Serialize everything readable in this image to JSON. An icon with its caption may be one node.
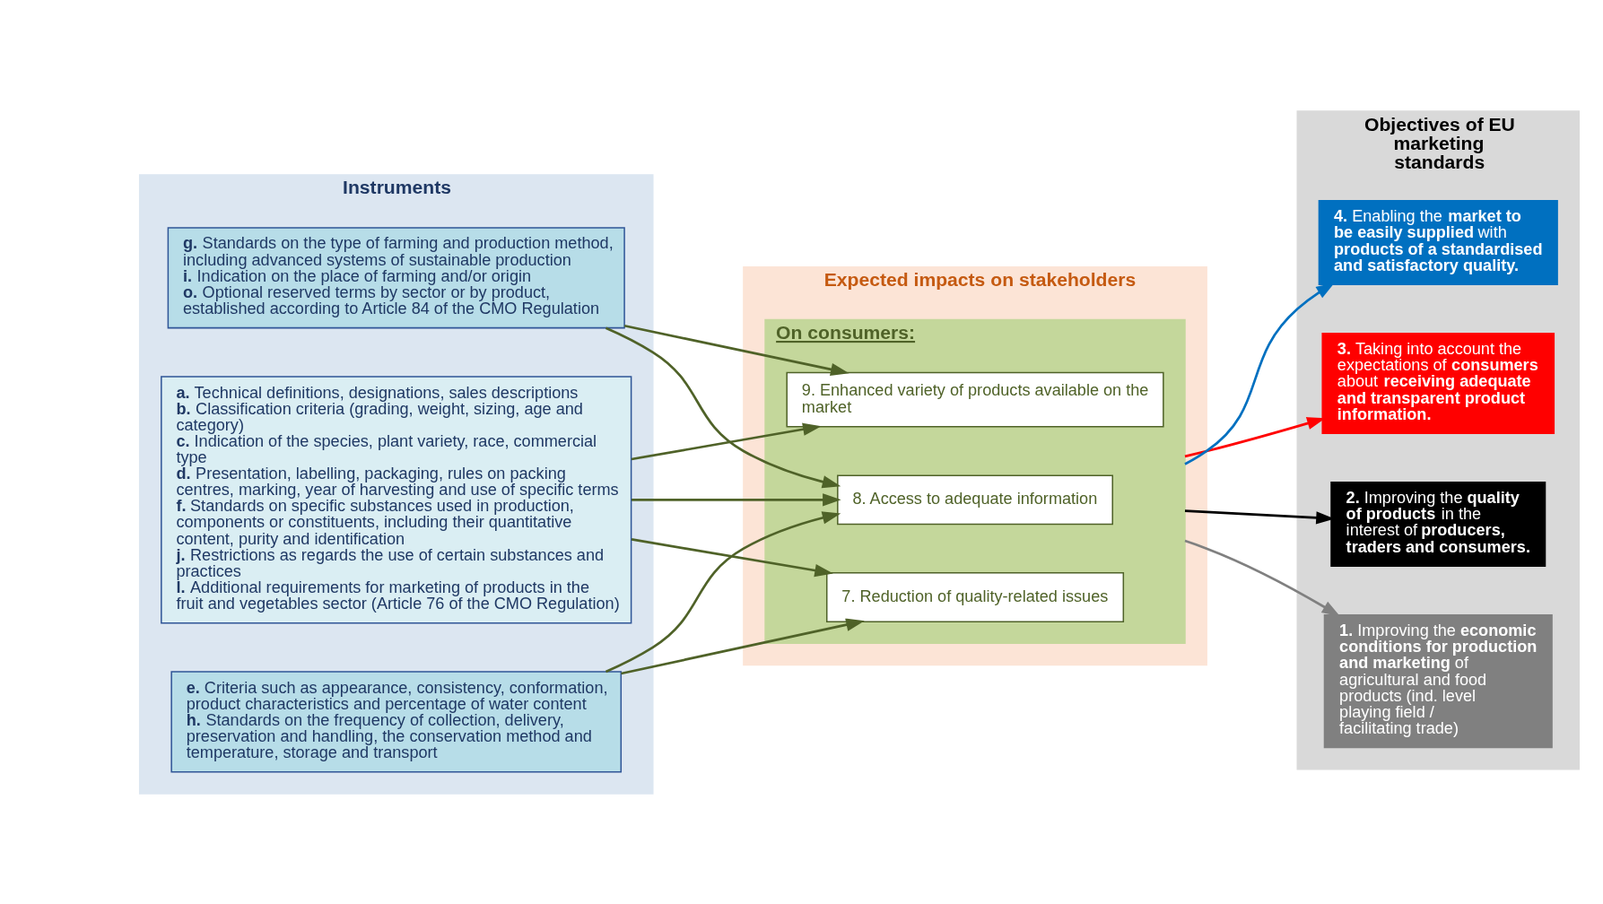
{
  "diagram": {
    "nodes": [
      {
        "text": [
          "Instruments"
        ]
      },
      {
        "text": [
          "**a.** Technical definitions, designations, sales descriptions",
          "**b.** Classification criteria (grading, weight, sizing, age and category)",
          "**c.** Indication of the species, plant variety, race, commercial type",
          "**d.** Presentation, labelling, packaging, rules on packing centres, marking, year of harvesting and use of specific terms",
          "**f.** Standards on specific substances used in production, components or constituents, including their quantitative content, purity and identification",
          "**j.** Restrictions as regards the use of certain substances and practices",
          "**l.** Additional requirements for marketing of products in the fruit and vegetables sector (Article 76 of the CMO Regulation)"
        ],
        "in": 0
      },
      {
        "text": [
          "**e.** Criteria such as appearance, consistency, conformation, product characteristics and percentage of water content",
          "**h.** Standards on the frequency of collection, delivery, preservation and handling, the conservation method and temperature, storage and transport"
        ],
        "in": 0
      },
      {
        "text": [
          "**g.** Standards on the type of farming and production method, including advanced systems of sustainable production",
          "**i.** Indication on the place of farming and/or origin",
          "**o.** Optional reserved terms by sector or by product, established according to Article 84 of the CMO Regulation"
        ],
        "in": 0
      },
      {
        "text": [
          "Expected impacts on stakeholders"
        ]
      },
      {
        "text": [
          "On consumers:"
        ],
        "in": 4
      },
      {
        "text": [
          "7. Reduction of quality-related issues"
        ],
        "in": 5
      },
      {
        "text": [
          "8. Access to adequate information"
        ],
        "in": 5
      },
      {
        "text": [
          "9. Enhanced variety of products available on the market"
        ],
        "in": 5
      },
      {
        "text": [
          "Objectives of EU marketing standards"
        ]
      },
      {
        "text": [
          "**1.** Improving the **economic conditions for production and marketing** of agricultural and food products (ind. level playing field / facilitating trade)"
        ],
        "in": 9
      },
      {
        "text": [
          "**2.** Improving the **quality of products** in the interest of **producers, traders and consumers.**"
        ],
        "in": 9
      },
      {
        "text": [
          "**3.** Taking into account the expectations of **consumers** about **receiving adequate and transparent product information.**"
        ],
        "in": 9
      },
      {
        "text": [
          "**4.** Enabling the **market to be easily supplied** with **products of a standardised and satisfactory quality.**"
        ],
        "in": 9
      }
    ],
    "edges": [
      {
        "from": 1,
        "to": 6,
        "arrow": "to"
      },
      {
        "from": 1,
        "to": 7,
        "arrow": "to"
      },
      {
        "from": 1,
        "to": 8,
        "arrow": "to"
      },
      {
        "from": 2,
        "to": 6,
        "arrow": "to"
      },
      {
        "from": 2,
        "to": 7,
        "arrow": "to"
      },
      {
        "from": 3,
        "to": 7,
        "arrow": "to"
      },
      {
        "from": 3,
        "to": 8,
        "arrow": "to"
      },
      {
        "from": 5,
        "to": 10,
        "arrow": "to",
        "color": "#808080"
      },
      {
        "from": 5,
        "to": 11,
        "arrow": "to",
        "color": "#000000"
      },
      {
        "from": 5,
        "to": 12,
        "arrow": "to",
        "color": "#ff0000"
      },
      {
        "from": 5,
        "to": 13,
        "arrow": "to",
        "color": "#0070c0"
      }
    ]
  }
}
